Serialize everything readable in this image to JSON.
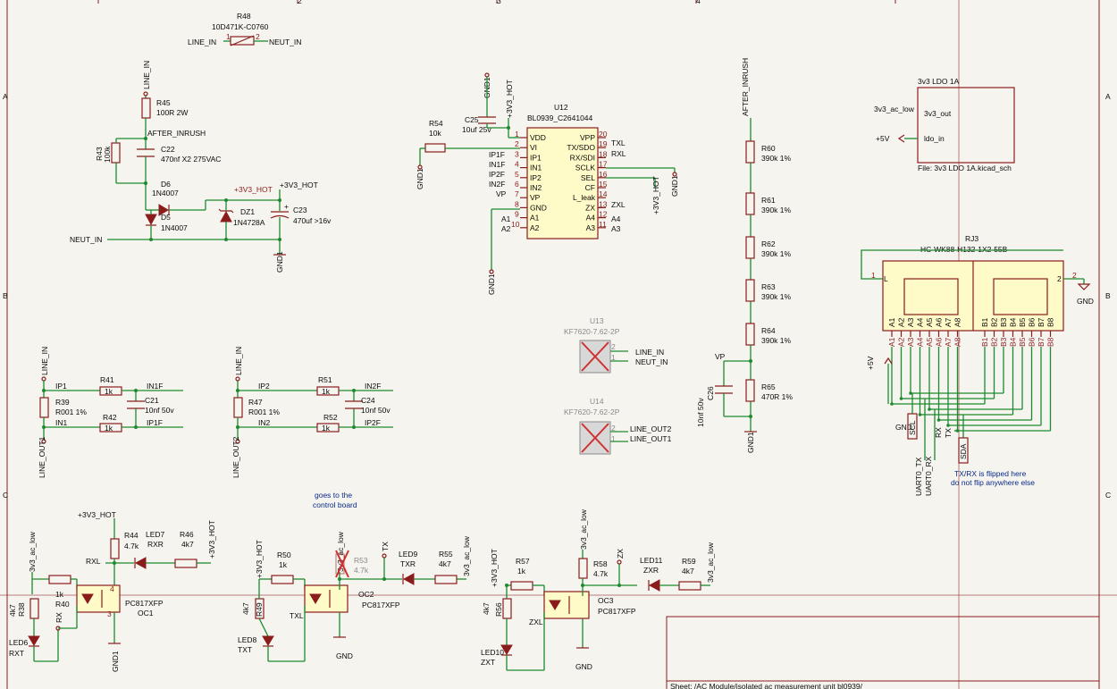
{
  "sheet_title": "Sheet: /AC Module/isolated ac measurement unit bl0939/",
  "frame": {
    "rows": [
      "A",
      "B",
      "C"
    ],
    "cols": [
      "2",
      "3",
      "4"
    ]
  },
  "nets": {
    "line_in": "LINE_IN",
    "neut_in": "NEUT_IN",
    "after_inrush": "AFTER_INRUSH",
    "v3_hot": "+3V3_HOT",
    "gnd1": "GND1",
    "v3_ac_low": "3v3_ac_low",
    "p5v": "+5V",
    "gnd": "GND",
    "line_out1": "LINE_OUT1",
    "line_out2": "LINE_OUT2",
    "ip1": "IP1",
    "in1": "IN1",
    "ip1f": "IP1F",
    "in1f": "IN1F",
    "ip2": "IP2",
    "in2": "IN2",
    "ip2f": "IP2F",
    "in2f": "IN2F",
    "vp": "VP",
    "txl": "TXL",
    "rxl": "RXL",
    "zxl": "ZXL",
    "rx": "RX",
    "tx": "TX",
    "zx": "ZX",
    "scl": "SCL",
    "sda": "SDA",
    "uart0_tx": "UART0_TX",
    "uart0_rx": "UART0_RX",
    "a1": "A1",
    "a2": "A2",
    "a3": "A3",
    "a4": "A4"
  },
  "components": {
    "r48": {
      "ref": "R48",
      "value": "10D471K-C0760",
      "p1": "1",
      "p2": "2"
    },
    "r45": {
      "ref": "R45",
      "value": "100R 2W"
    },
    "r43": {
      "ref": "R43",
      "value": "100k"
    },
    "c22": {
      "ref": "C22",
      "value": "470nf X2 275VAC"
    },
    "d6": {
      "ref": "D6",
      "value": "1N4007"
    },
    "d5": {
      "ref": "D5",
      "value": "1N4007"
    },
    "dz1": {
      "ref": "DZ1",
      "value": "1N4728A"
    },
    "c23": {
      "ref": "C23",
      "value": "470uf >16v"
    },
    "r54": {
      "ref": "R54",
      "value": "10k"
    },
    "c25": {
      "ref": "C25",
      "value": "10uf 25v"
    },
    "u12": {
      "ref": "U12",
      "value": "BL0939_C2641044",
      "left_pins": [
        {
          "num": "1",
          "name": "VDD"
        },
        {
          "num": "2",
          "name": "VI"
        },
        {
          "num": "3",
          "name": "IP1"
        },
        {
          "num": "4",
          "name": "IN1"
        },
        {
          "num": "5",
          "name": "IP2"
        },
        {
          "num": "6",
          "name": "IN2"
        },
        {
          "num": "7",
          "name": "VP"
        },
        {
          "num": "8",
          "name": "GND"
        },
        {
          "num": "9",
          "name": "A1"
        },
        {
          "num": "10",
          "name": "A2"
        }
      ],
      "right_pins": [
        {
          "num": "20",
          "name": "VPP"
        },
        {
          "num": "19",
          "name": "TX/SDO"
        },
        {
          "num": "18",
          "name": "RX/SDI"
        },
        {
          "num": "17",
          "name": "SCLK"
        },
        {
          "num": "16",
          "name": "SEL"
        },
        {
          "num": "15",
          "name": "CF"
        },
        {
          "num": "14",
          "name": "L_leak"
        },
        {
          "num": "13",
          "name": "ZX"
        },
        {
          "num": "12",
          "name": "A4"
        },
        {
          "num": "11",
          "name": "A3"
        }
      ]
    },
    "r60": {
      "ref": "R60",
      "value": "390k 1%"
    },
    "r61": {
      "ref": "R61",
      "value": "390k 1%"
    },
    "r62": {
      "ref": "R62",
      "value": "390k 1%"
    },
    "r63": {
      "ref": "R63",
      "value": "390k 1%"
    },
    "r64": {
      "ref": "R64",
      "value": "390k 1%"
    },
    "r65": {
      "ref": "R65",
      "value": "470R 1%"
    },
    "c26": {
      "ref": "C26",
      "value": "10nf 50v"
    },
    "u13": {
      "ref": "U13",
      "value": "KF7620-7.62-2P",
      "p1": "1",
      "p2": "2"
    },
    "u14": {
      "ref": "U14",
      "value": "KF7620-7.62-2P",
      "p1": "1",
      "p2": "2"
    },
    "r41": {
      "ref": "R41",
      "value": "1k"
    },
    "r42": {
      "ref": "R42",
      "value": "1k"
    },
    "r39": {
      "ref": "R39",
      "value": "R001 1%"
    },
    "c21": {
      "ref": "C21",
      "value": "10nf 50v"
    },
    "r51": {
      "ref": "R51",
      "value": "1k"
    },
    "r52": {
      "ref": "R52",
      "value": "1k"
    },
    "r47": {
      "ref": "R47",
      "value": "R001 1%"
    },
    "c24": {
      "ref": "C24",
      "value": "10nf 50v"
    },
    "ldo": {
      "title": "3v3 LDO 1A",
      "pin_out": "3v3_out",
      "pin_in": "ldo_in",
      "file": "File: 3v3 LDO 1A.kicad_sch"
    },
    "rj3": {
      "ref": "RJ3",
      "value": "HC-WK88-H132-1X2-55B",
      "pin_l": "L",
      "pin_1": "1",
      "pin_2": "2",
      "a_pins": [
        "A1",
        "A2",
        "A3",
        "A4",
        "A5",
        "A6",
        "A7",
        "A8"
      ],
      "b_pins": [
        "B1",
        "B2",
        "B3",
        "B4",
        "B5",
        "B6",
        "B7",
        "B8"
      ]
    },
    "note_txrx_1": "TX/RX is flipped here",
    "note_txrx_2": "do not flip anywhere else",
    "note_ctrl_1": "goes to the",
    "note_ctrl_2": "control board",
    "r44": {
      "ref": "R44",
      "value": "4.7k"
    },
    "led7": {
      "ref": "LED7",
      "value": "RXR"
    },
    "r46": {
      "ref": "R46",
      "value": "4k7"
    },
    "r40": {
      "ref": "R40",
      "value": "1k"
    },
    "r38": {
      "ref": "R38",
      "value": "4k7"
    },
    "led6": {
      "ref": "LED6",
      "value": "RXT"
    },
    "oc1": {
      "ref": "OC1",
      "value": "PC817XFP"
    },
    "r50": {
      "ref": "R50",
      "value": "1k"
    },
    "r49": {
      "ref": "R49",
      "value": "4k7"
    },
    "led8": {
      "ref": "LED8",
      "value": "TXT"
    },
    "oc2": {
      "ref": "OC2",
      "value": "PC817XFP"
    },
    "r53": {
      "ref": "R53",
      "value": "4.7k"
    },
    "led9": {
      "ref": "LED9",
      "value": "TXR"
    },
    "r55": {
      "ref": "R55",
      "value": "4k7"
    },
    "r57": {
      "ref": "R57",
      "value": "1k"
    },
    "r56": {
      "ref": "R56",
      "value": "4k7"
    },
    "led10": {
      "ref": "LED10",
      "value": "ZXT"
    },
    "oc3": {
      "ref": "OC3",
      "value": "PC817XFP"
    },
    "r58": {
      "ref": "R58",
      "value": "4.7k"
    },
    "led11": {
      "ref": "LED11",
      "value": "ZXR"
    },
    "r59": {
      "ref": "R59",
      "value": "4k7"
    }
  },
  "colors": {
    "wire": "#1d8a2f",
    "symbol": "#8a1c1c",
    "symbol_fill": "#fffbc8",
    "note": "#0a2a8a",
    "background": "#f5f4ef",
    "dnp": "#d03030"
  }
}
